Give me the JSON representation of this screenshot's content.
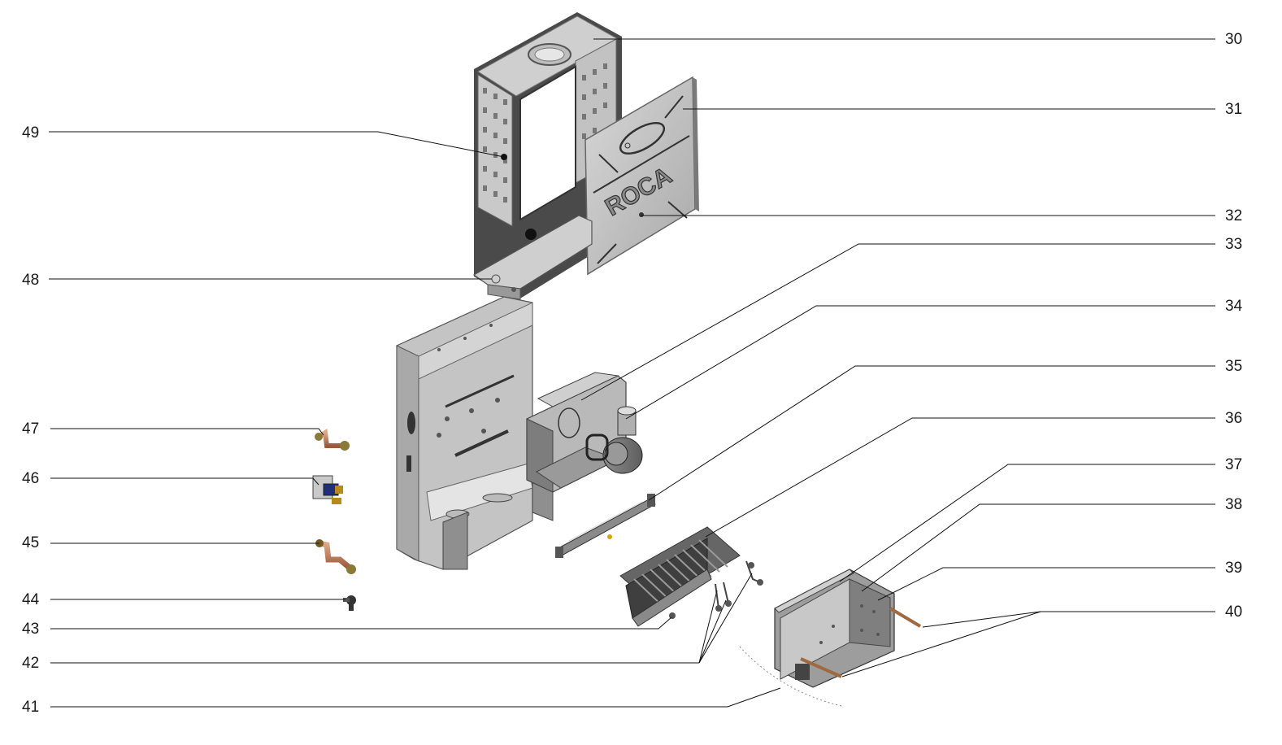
{
  "diagram": {
    "brand_mark": "ROCA",
    "left_callouts": [
      {
        "label": "49"
      },
      {
        "label": "48"
      },
      {
        "label": "47"
      },
      {
        "label": "46"
      },
      {
        "label": "45"
      },
      {
        "label": "44"
      },
      {
        "label": "43"
      },
      {
        "label": "42"
      },
      {
        "label": "41"
      }
    ],
    "right_callouts": [
      {
        "label": "30"
      },
      {
        "label": "31"
      },
      {
        "label": "32"
      },
      {
        "label": "33"
      },
      {
        "label": "34"
      },
      {
        "label": "35"
      },
      {
        "label": "36"
      },
      {
        "label": "37"
      },
      {
        "label": "38"
      },
      {
        "label": "39"
      },
      {
        "label": "40"
      }
    ]
  }
}
